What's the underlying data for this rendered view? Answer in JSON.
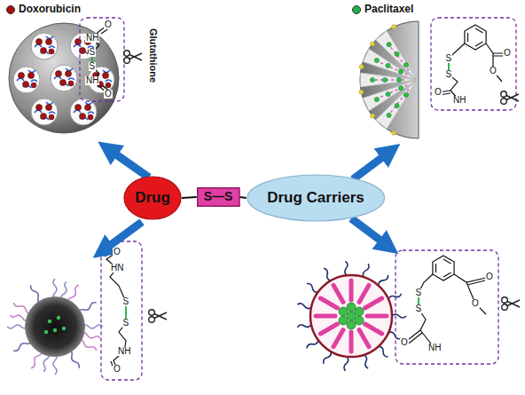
{
  "diagram": {
    "nodes": [
      {
        "text": [
          "Drug"
        ]
      },
      {
        "text": [
          "S—S"
        ]
      },
      {
        "text": [
          "Drug Carriers"
        ]
      }
    ],
    "edges": [
      {
        "from": 0,
        "to": 1,
        "arrow": "none"
      },
      {
        "from": 1,
        "to": 2,
        "arrow": "none"
      }
    ],
    "labels": [
      "Glutathione",
      "O",
      "NH",
      "S",
      "S",
      "NH",
      "O",
      "S",
      "S",
      "O",
      "O",
      "O",
      "NH",
      "O",
      "HN",
      "S",
      "S",
      "NH",
      "O",
      "S",
      "S",
      "O",
      "O",
      "O",
      "NH"
    ],
    "legend": [
      {
        "text": "Doxorubicin",
        "color": "#a50f0f"
      },
      {
        "text": "Paclitaxel",
        "color": "#22b14c"
      }
    ]
  }
}
